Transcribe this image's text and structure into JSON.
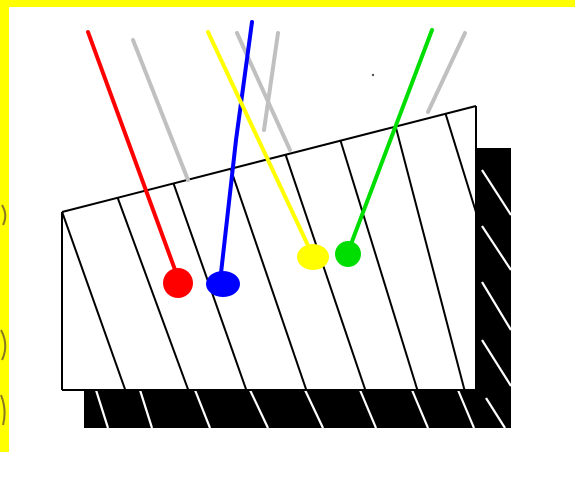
{
  "colors": {
    "frame_yellow": "#ffff00",
    "ray_red": "#ff0000",
    "ray_blue": "#0000ff",
    "ray_yellow": "#ffff00",
    "ray_green": "#00dd00",
    "ray_reflected_gray": "#c0c0c0",
    "block_face": "#ffffff",
    "block_edge": "#000000",
    "block_shadow": "#000000",
    "layer_lines": "#000000",
    "shadow_hatch": "#ffffff"
  },
  "rays": [
    {
      "name": "red-ray",
      "color_key": "ray_red"
    },
    {
      "name": "blue-ray",
      "color_key": "ray_blue"
    },
    {
      "name": "yellow-ray",
      "color_key": "ray_yellow"
    },
    {
      "name": "green-ray",
      "color_key": "ray_green"
    }
  ]
}
